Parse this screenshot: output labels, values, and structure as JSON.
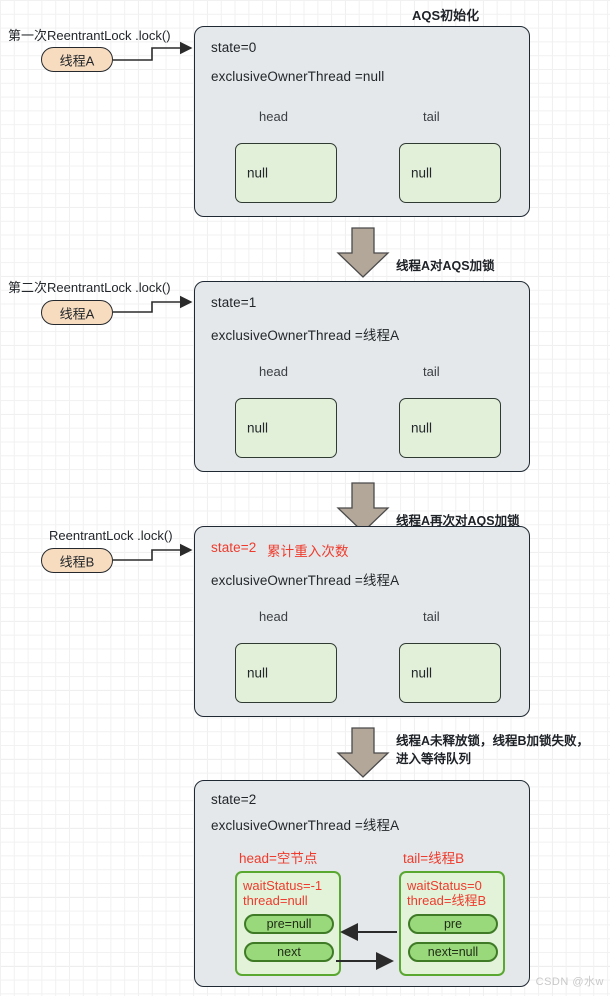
{
  "diagram": {
    "title_top": "AQS初始化",
    "watermark": "CSDN @水w",
    "stages": [
      {
        "id": "stage-init",
        "caller_label": "第一次ReentrantLock .lock()",
        "thread_pill": "线程A",
        "state_line": "state=0",
        "state_note": "",
        "owner_line": "exclusiveOwnerThread =null",
        "head_label": "head",
        "tail_label": "tail",
        "head_value": "null",
        "tail_value": "null"
      },
      {
        "id": "stage-lock1",
        "caller_label": "第二次ReentrantLock .lock()",
        "thread_pill": "线程A",
        "state_line": "state=1",
        "state_note": "",
        "owner_line": "exclusiveOwnerThread =线程A",
        "head_label": "head",
        "tail_label": "tail",
        "head_value": "null",
        "tail_value": "null"
      },
      {
        "id": "stage-reentrant",
        "caller_label": "ReentrantLock .lock()",
        "thread_pill": "线程B",
        "state_line": "state=2",
        "state_note": "累计重入次数",
        "owner_line": "exclusiveOwnerThread =线程A",
        "head_label": "head",
        "tail_label": "tail",
        "head_value": "null",
        "tail_value": "null"
      },
      {
        "id": "stage-queue",
        "caller_label": "",
        "thread_pill": "",
        "state_line": "state=2",
        "state_note": "",
        "owner_line": "exclusiveOwnerThread =线程A",
        "head_label": "head=空节点",
        "tail_label": "tail=线程B",
        "head_value": "",
        "tail_value": ""
      }
    ],
    "transitions": [
      {
        "id": "t1",
        "label": "线程A对AQS加锁"
      },
      {
        "id": "t2",
        "label": "线程A再次对AQS加锁"
      },
      {
        "id": "t3",
        "label_line1": "线程A未释放锁，线程B加锁失败，",
        "label_line2": "进入等待队列"
      }
    ],
    "queue_nodes": {
      "head_node": {
        "wait_status": "waitStatus=-1",
        "thread": "thread=null",
        "pre": "pre=null",
        "next": "next"
      },
      "tail_node": {
        "wait_status": "waitStatus=0",
        "thread": "thread=线程B",
        "pre": "pre",
        "next": "next=null"
      }
    }
  }
}
